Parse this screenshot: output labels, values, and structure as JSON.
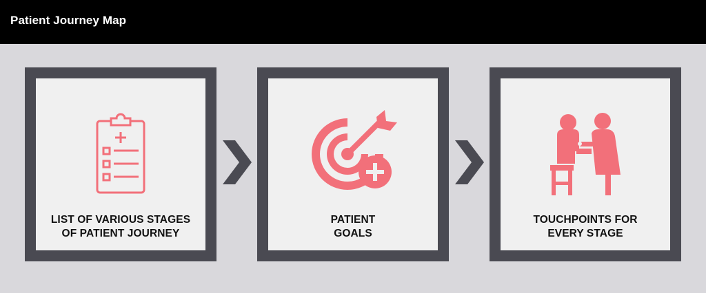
{
  "header": {
    "title": "Patient Journey Map"
  },
  "colors": {
    "accent": "#f2707a",
    "frame": "#4a4a52",
    "panel": "#f0f0f0",
    "background": "#d9d8dc",
    "chevron": "#4a4a52"
  },
  "cards": [
    {
      "label": "LIST OF VARIOUS STAGES\nOF PATIENT JOURNEY",
      "icon": "clipboard-checklist-icon"
    },
    {
      "label": "PATIENT\nGOALS",
      "icon": "target-plus-icon"
    },
    {
      "label": "TOUCHPOINTS FOR\nEVERY STAGE",
      "icon": "doctor-patient-icon"
    }
  ],
  "connectors": [
    "chevron-right-icon",
    "chevron-right-icon"
  ]
}
